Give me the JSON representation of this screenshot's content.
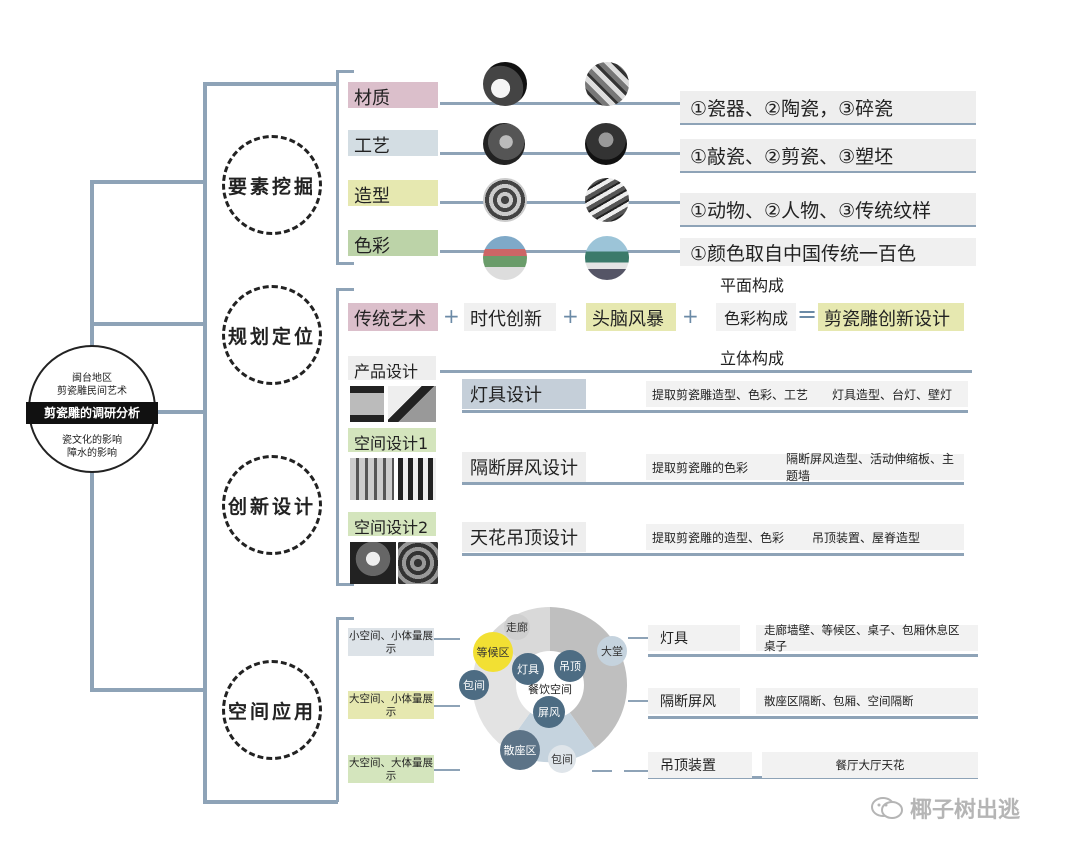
{
  "center": {
    "top_lines": [
      "闽台地区",
      "剪瓷雕民间艺术"
    ],
    "title": "剪瓷雕的调研分析",
    "bottom_lines": [
      "瓷文化的影响",
      "障水的影响"
    ]
  },
  "branches": [
    "要素挖掘",
    "规划定位",
    "创新设计",
    "空间应用"
  ],
  "elements": [
    {
      "label": "材质",
      "result": "①瓷器、②陶瓷，③碎瓷",
      "color": "#dbbfcb"
    },
    {
      "label": "工艺",
      "result": "①敲瓷、②剪瓷、③塑坯",
      "color": "#d3dde3"
    },
    {
      "label": "造型",
      "result": "①动物、②人物、③传统纹样",
      "color": "#e6e8b0"
    },
    {
      "label": "色彩",
      "result": "①颜色取自中国传统一百色",
      "color": "#bcd3a8"
    }
  ],
  "planning": {
    "terms": [
      "传统艺术",
      "时代创新",
      "头脑风暴"
    ],
    "plus": "+",
    "equals": "=",
    "compositions": [
      "平面构成",
      "色彩构成",
      "立体构成"
    ],
    "result": "剪瓷雕创新设计"
  },
  "design": {
    "categories": [
      {
        "label": "产品设计",
        "color": "#eeeeee"
      },
      {
        "label": "空间设计1",
        "color": "#d4e5bd"
      },
      {
        "label": "空间设计2",
        "color": "#d4e5bd"
      }
    ],
    "rows": [
      {
        "title": "灯具设计",
        "d1": "提取剪瓷雕造型、色彩、工艺",
        "d2": "灯具造型、台灯、壁灯"
      },
      {
        "title": "隔断屏风设计",
        "d1": "提取剪瓷雕的色彩",
        "d2": "隔断屏风造型、活动伸缩板、主题墙"
      },
      {
        "title": "天花吊顶设计",
        "d1": "提取剪瓷雕的造型、色彩",
        "d2": "吊顶装置、屋脊造型"
      }
    ]
  },
  "application": {
    "scales": [
      {
        "text": "小空间、小体量展示",
        "color": "#dde3e8"
      },
      {
        "text": "大空间、小体量展示",
        "color": "#e6e8b0"
      },
      {
        "text": "大空间、大体量展示",
        "color": "#d4e5bd"
      }
    ],
    "wheel": {
      "center": "餐饮空间",
      "inner": [
        "灯具",
        "吊顶",
        "屏风"
      ],
      "outer": [
        "走廊",
        "等候区",
        "包间",
        "散座区",
        "包间",
        "大堂"
      ]
    },
    "items": [
      {
        "label": "灯具",
        "desc": "走廊墙壁、等候区、桌子、包厢休息区桌子"
      },
      {
        "label": "隔断屏风",
        "desc": "散座区隔断、包厢、空间隔断"
      },
      {
        "label": "吊顶装置",
        "desc": "餐厅大厅天花"
      }
    ]
  },
  "watermark": "椰子树出逃",
  "colors": {
    "line": "#8ea3b7",
    "blue_box": "#c5cfd9",
    "yellow": "#f2e033"
  }
}
